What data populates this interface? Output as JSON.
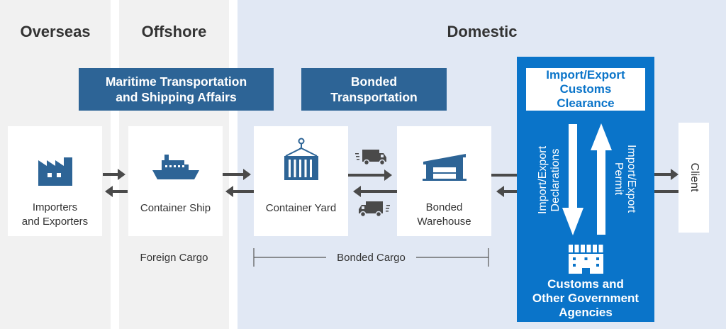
{
  "zones": {
    "overseas": "Overseas",
    "offshore": "Offshore",
    "domestic": "Domestic"
  },
  "banners": {
    "maritime": [
      "Maritime Transportation",
      "and Shipping Affairs"
    ],
    "bonded_transport": [
      "Bonded",
      "Transportation"
    ]
  },
  "nodes": {
    "importers": [
      "Importers",
      "and Exporters"
    ],
    "container_ship": "Container Ship",
    "container_yard": "Container Yard",
    "bonded_warehouse": [
      "Bonded",
      "Warehouse"
    ],
    "client": "Client"
  },
  "cargo": {
    "foreign": "Foreign Cargo",
    "bonded": "Bonded Cargo"
  },
  "customs": {
    "header": [
      "Import/Export",
      "Customs",
      "Clearance"
    ],
    "declarations": [
      "Import/Export",
      "Declarations"
    ],
    "permit": [
      "Import/Export",
      "Permit"
    ],
    "agencies": [
      "Customs and",
      "Other Government",
      "Agencies"
    ]
  },
  "colors": {
    "banner": "#2d6496",
    "icon": "#2d6496",
    "customs": "#0a74c9",
    "arrow": "#4a4a4a",
    "domestic_bg": "#e1e8f4",
    "foreign_bg": "#f1f1f1"
  }
}
